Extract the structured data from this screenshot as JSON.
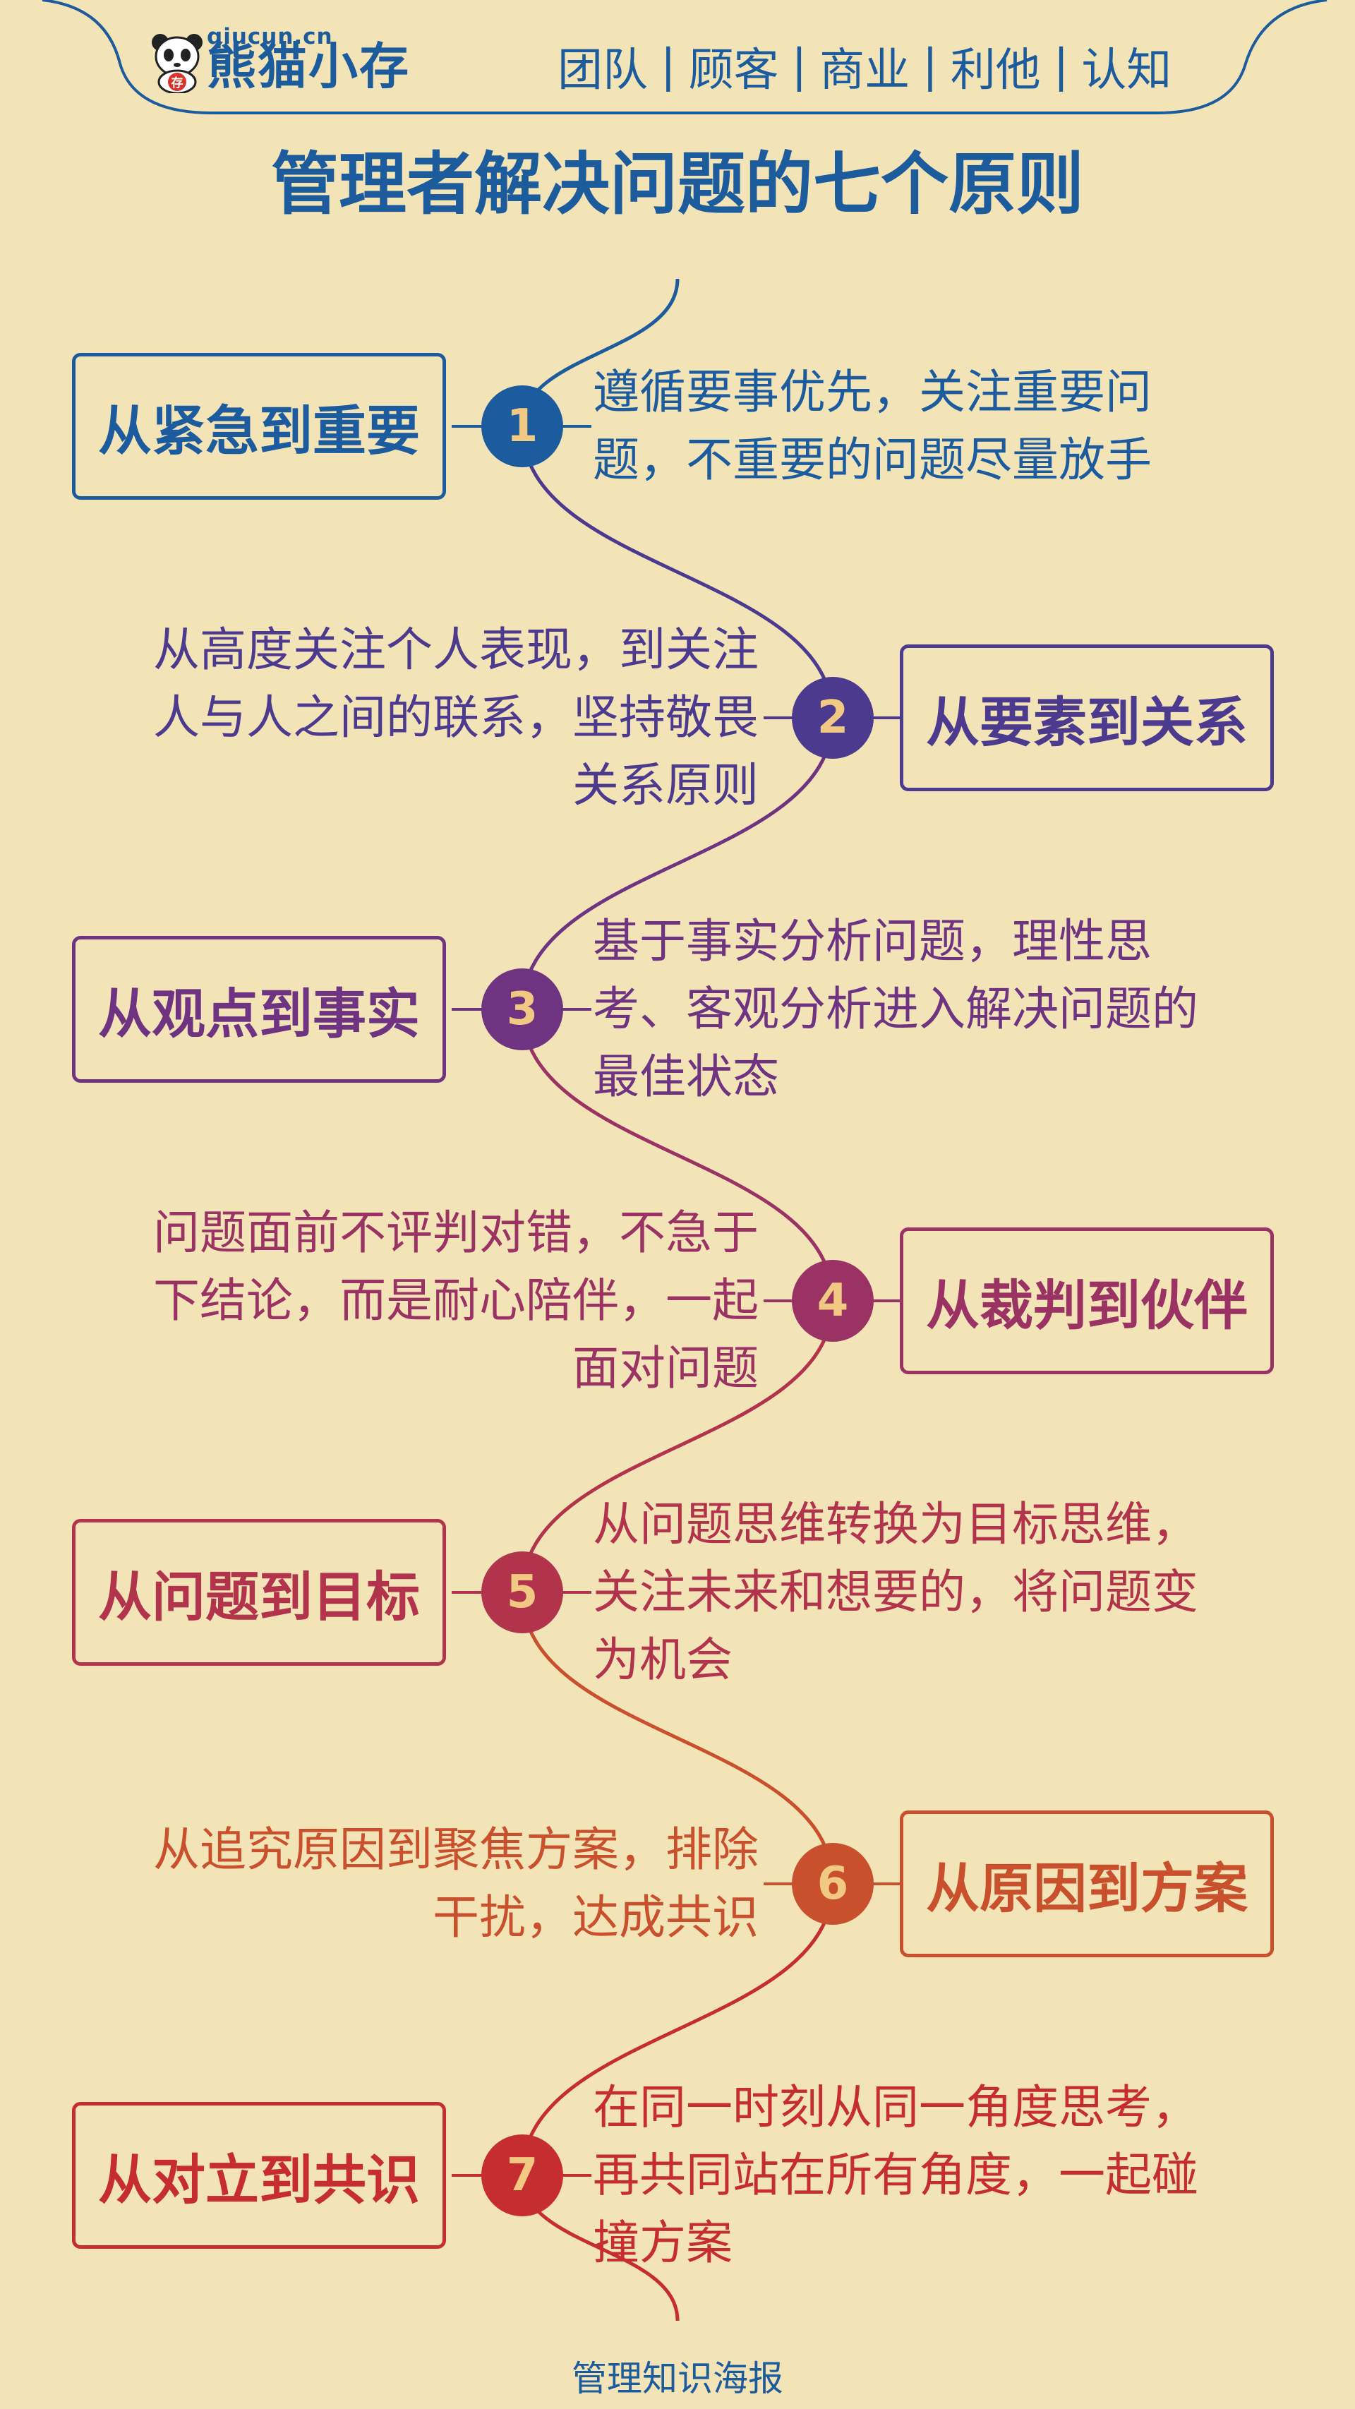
{
  "header": {
    "logo_url": "qiucun.cn",
    "logo_text": "熊猫小存",
    "logo_badge": "存",
    "nav": [
      "团队",
      "顾客",
      "商业",
      "利他",
      "认知"
    ],
    "nav_separator": "|"
  },
  "title": "管理者解决问题的七个原则",
  "principles": [
    {
      "number": "1",
      "label": "从紧急到重要",
      "lines": [
        "遵循要事优先，关注重要问",
        "题，不重要的问题尽量放手"
      ],
      "color": "#1c5c9e"
    },
    {
      "number": "2",
      "label": "从要素到关系",
      "lines": [
        "从高度关注个人表现，到关注",
        "人与人之间的联系，坚持敬畏",
        "关系原则"
      ],
      "color": "#4b3a8d"
    },
    {
      "number": "3",
      "label": "从观点到事实",
      "lines": [
        "基于事实分析问题，理性思",
        "考、客观分析进入解决问题的",
        "最佳状态"
      ],
      "color": "#6e3482"
    },
    {
      "number": "4",
      "label": "从裁判到伙伴",
      "lines": [
        "问题面前不评判对错，不急于",
        "下结论，而是耐心陪伴，一起",
        "面对问题"
      ],
      "color": "#9b3264"
    },
    {
      "number": "5",
      "label": "从问题到目标",
      "lines": [
        "从问题思维转换为目标思维，",
        "关注未来和想要的，将问题变",
        "为机会"
      ],
      "color": "#b2344c"
    },
    {
      "number": "6",
      "label": "从原因到方案",
      "lines": [
        "从追究原因到聚焦方案，排除",
        "干扰，达成共识"
      ],
      "color": "#c9502c"
    },
    {
      "number": "7",
      "label": "从对立到共识",
      "lines": [
        "在同一时刻从同一角度思考，",
        "再共同站在所有角度，一起碰",
        "撞方案"
      ],
      "color": "#c62d30"
    }
  ],
  "footer": "管理知识海报",
  "colors": {
    "background": "#f3e4b8",
    "brand": "#1c5b9c",
    "number_text": "#f2c982"
  }
}
